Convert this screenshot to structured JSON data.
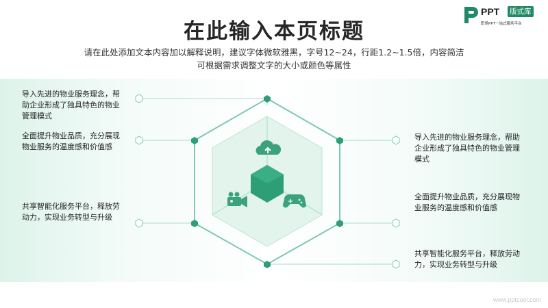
{
  "title": "在此输入本页标题",
  "subtitle_line1": "请在此处添加文本内容加以解释说明，建议字体微软雅黑，字号12~24，行距1.2~1.5倍，内容简洁",
  "subtitle_line2": "可根据需求调整文字的大小或颜色等属性",
  "logo": {
    "ppt": "PPT",
    "badge": "版式库",
    "slogan": "职场PPT一站式服务平台"
  },
  "left_items": [
    "导入先进的物业服务理念，帮助企业形成了独具特色的物业管理模式",
    "全面提升物业品质，充分展现物业服务的温度感和价值感",
    "共享智能化服务平台，释放劳动力，实现业务转型与升级"
  ],
  "right_items": [
    "导入先进的物业服务理念，帮助企业形成了独具特色的物业管理模式",
    "全面提升物业品质，充分展现物业服务的温度感和价值感",
    "共享智能化服务平台，释放劳动力，实现业务转型与升级"
  ],
  "icons": [
    "cloud-upload-icon",
    "video-camera-icon",
    "gamepad-icon"
  ],
  "colors": {
    "accent": "#2e9e76",
    "accent_dark": "#1f8a63",
    "accent_light": "#a8dcc6",
    "band": "#e6f6ef"
  },
  "watermark": "www.pptcool.com"
}
